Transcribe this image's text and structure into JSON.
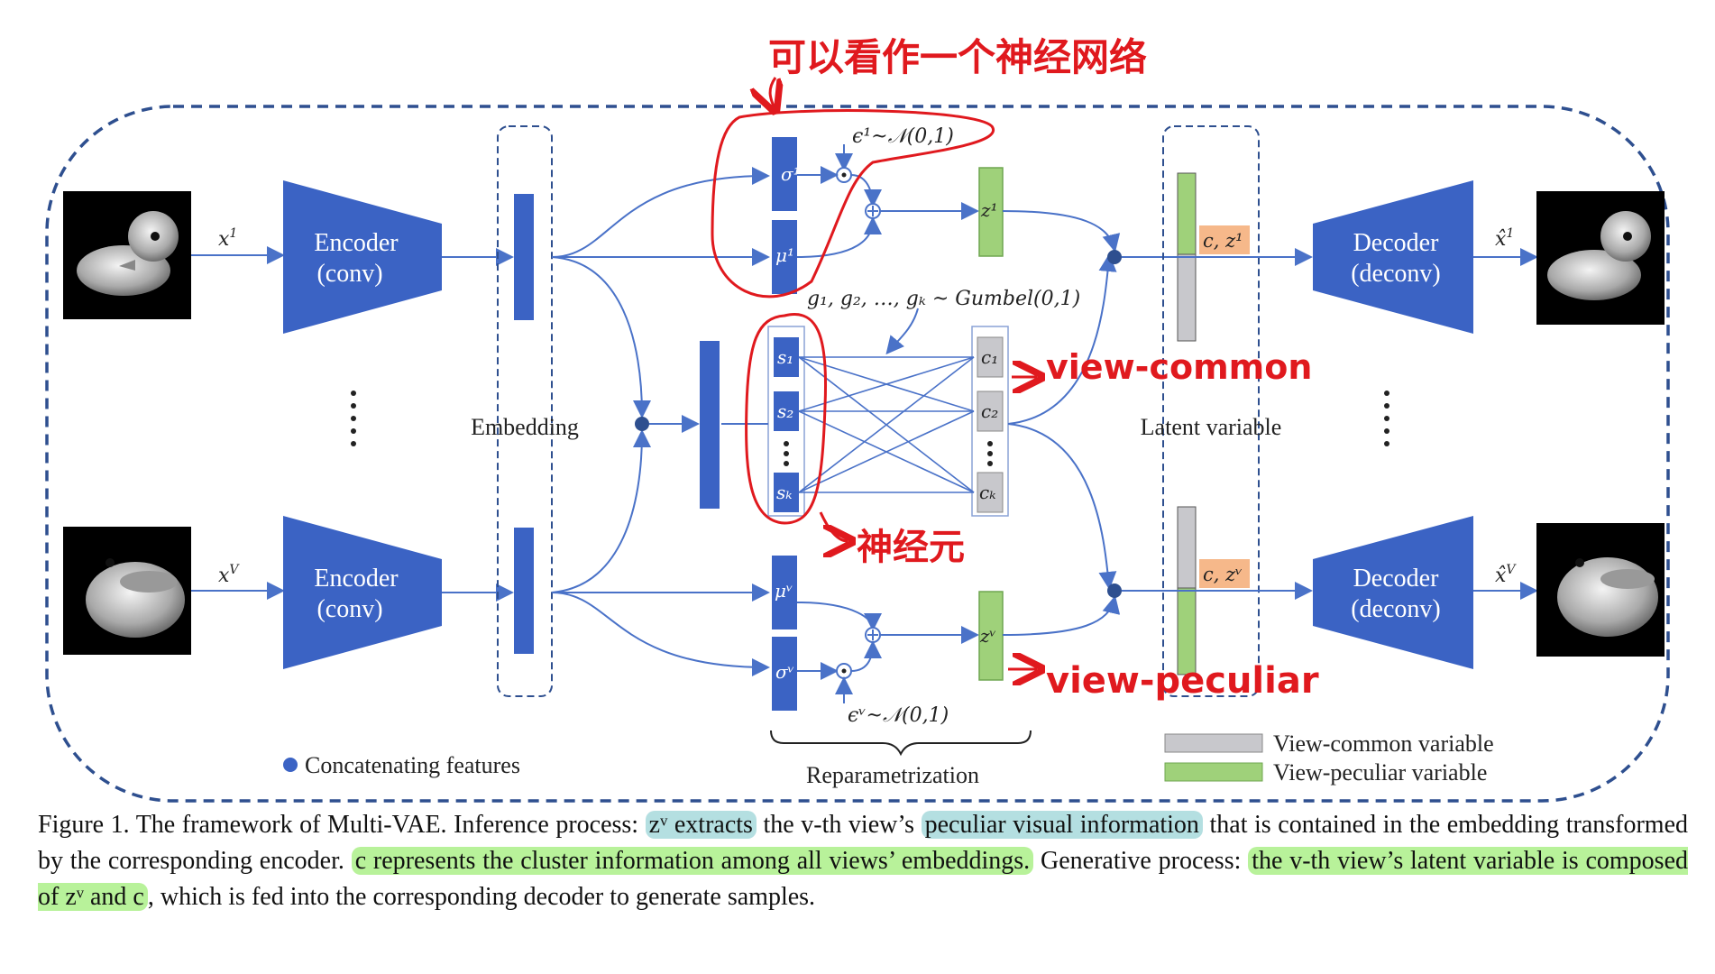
{
  "diagram": {
    "inputs": {
      "x1": "x",
      "x1_sup": "1",
      "xV": "x",
      "xV_sup": "V"
    },
    "encoder": {
      "line1": "Encoder",
      "line2": "(conv)"
    },
    "decoder": {
      "line1": "Decoder",
      "line2": "(deconv)"
    },
    "outputs": {
      "x1": "x̂",
      "x1_sup": "1",
      "xV": "x̂",
      "xV_sup": "V"
    },
    "embedding_label": "Embedding",
    "latent_label": "Latent variable",
    "reparam_label": "Reparametrization",
    "epsilon_top": "ϵ¹~𝒩(0,1)",
    "epsilon_bottom": "ϵᵛ~𝒩(0,1)",
    "gumbel": "g₁, g₂, …, gₖ ~ Gumbel(0,1)",
    "sigma1": "σ¹",
    "mu1": "μ¹",
    "muV": "μᵛ",
    "sigmaV": "σᵛ",
    "z1": "z¹",
    "zV": "zᵛ",
    "s_nodes": [
      "s₁",
      "s₂",
      "sₖ"
    ],
    "c_nodes": [
      "c₁",
      "c₂",
      "cₖ"
    ],
    "cz1": "c, z¹",
    "czV": "c, zᵛ",
    "legend_concat": "Concatenating features",
    "legend_common": "View-common variable",
    "legend_peculiar": "View-peculiar variable",
    "colors": {
      "blue": "#3b63c4",
      "dashed": "#2e4f8f",
      "gray": "#c8c8cc",
      "green": "#9fd17a",
      "orange": "#f6b88a",
      "annotation": "#e0191e"
    }
  },
  "annotations": {
    "nn": "可以看作一个神经网络",
    "neuron": "神经元",
    "view_common": "view-common",
    "view_peculiar": "view-peculiar"
  },
  "caption": {
    "p1": "Figure 1. The framework of Multi-VAE. Inference process: ",
    "h1": "zᵛ extracts",
    "p2": " the v-th view’s ",
    "h2": "peculiar visual information",
    "p3": " that is contained in the embedding transformed by the corresponding encoder. ",
    "h3": "c represents the cluster information among all views’ embeddings.",
    "p4": " Generative process: ",
    "h4": "the v-th view’s latent variable is composed of zᵛ and c",
    "p5": ", which is fed into the corresponding decoder to generate samples."
  }
}
